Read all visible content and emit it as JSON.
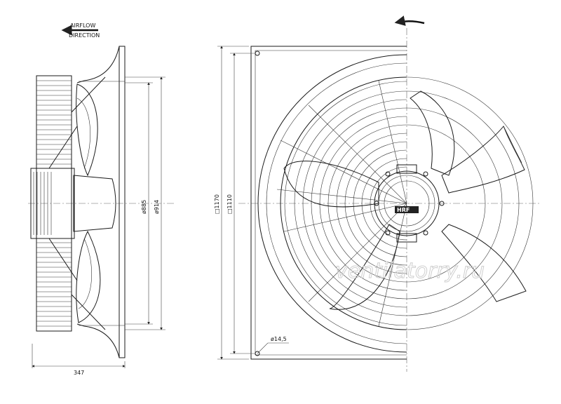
{
  "airflow": {
    "line1": "AIRFLOW",
    "line2": "DIRECTION"
  },
  "dims": {
    "depth": "347",
    "d885": "ø885",
    "d914": "ø914",
    "sq1170": "□1170",
    "sq1110": "□1110",
    "hole": "ø14,5"
  },
  "logo": "HRF",
  "watermark": "ventilatorry.ru",
  "icons": {
    "airflow_arrow": "arrow-left-icon",
    "rotation_arrow": "rotation-arrow-icon"
  }
}
